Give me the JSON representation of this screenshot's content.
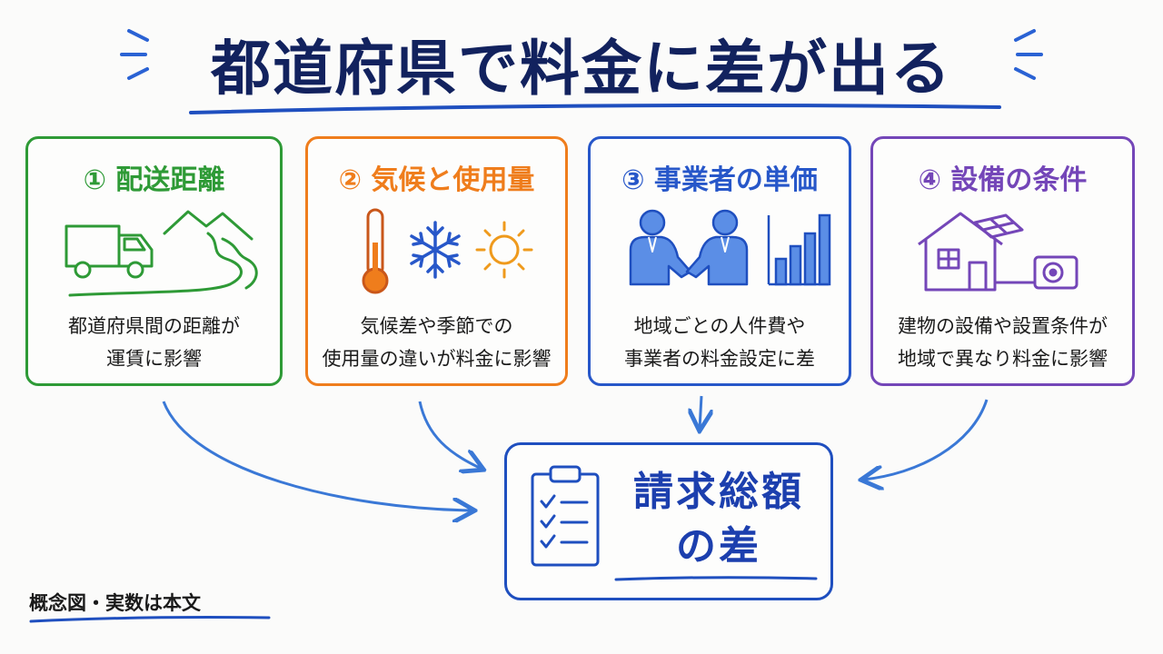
{
  "title": "都道府県で料金に差が出る",
  "colors": {
    "title": "#12225e",
    "green": "#2e9a36",
    "orange": "#ef7d1c",
    "blue": "#2757c9",
    "purple": "#7446b8",
    "arrow": "#3a78d6"
  },
  "cards": [
    {
      "title": "① 配送距離",
      "desc1": "都道府県間の距離が",
      "desc2": "運賃に影響",
      "icons": [
        "truck-icon",
        "mountain-road-icon"
      ]
    },
    {
      "title": "② 気候と使用量",
      "desc1": "気候差や季節での",
      "desc2": "使用量の違いが料金に影響",
      "icons": [
        "thermometer-icon",
        "snowflake-icon",
        "sun-icon"
      ]
    },
    {
      "title": "③ 事業者の単価",
      "desc1": "地域ごとの人件費や",
      "desc2": "事業者の料金設定に差",
      "icons": [
        "handshake-icon",
        "bar-chart-icon"
      ]
    },
    {
      "title": "④ 設備の条件",
      "desc1": "建物の設備や設置条件が",
      "desc2": "地域で異なり料金に影響",
      "icons": [
        "house-icon",
        "outdoor-unit-icon"
      ]
    }
  ],
  "result": {
    "line1": "請求総額",
    "line2": "の差",
    "icon": "clipboard-checklist-icon"
  },
  "footnote": "概念図・実数は本文"
}
